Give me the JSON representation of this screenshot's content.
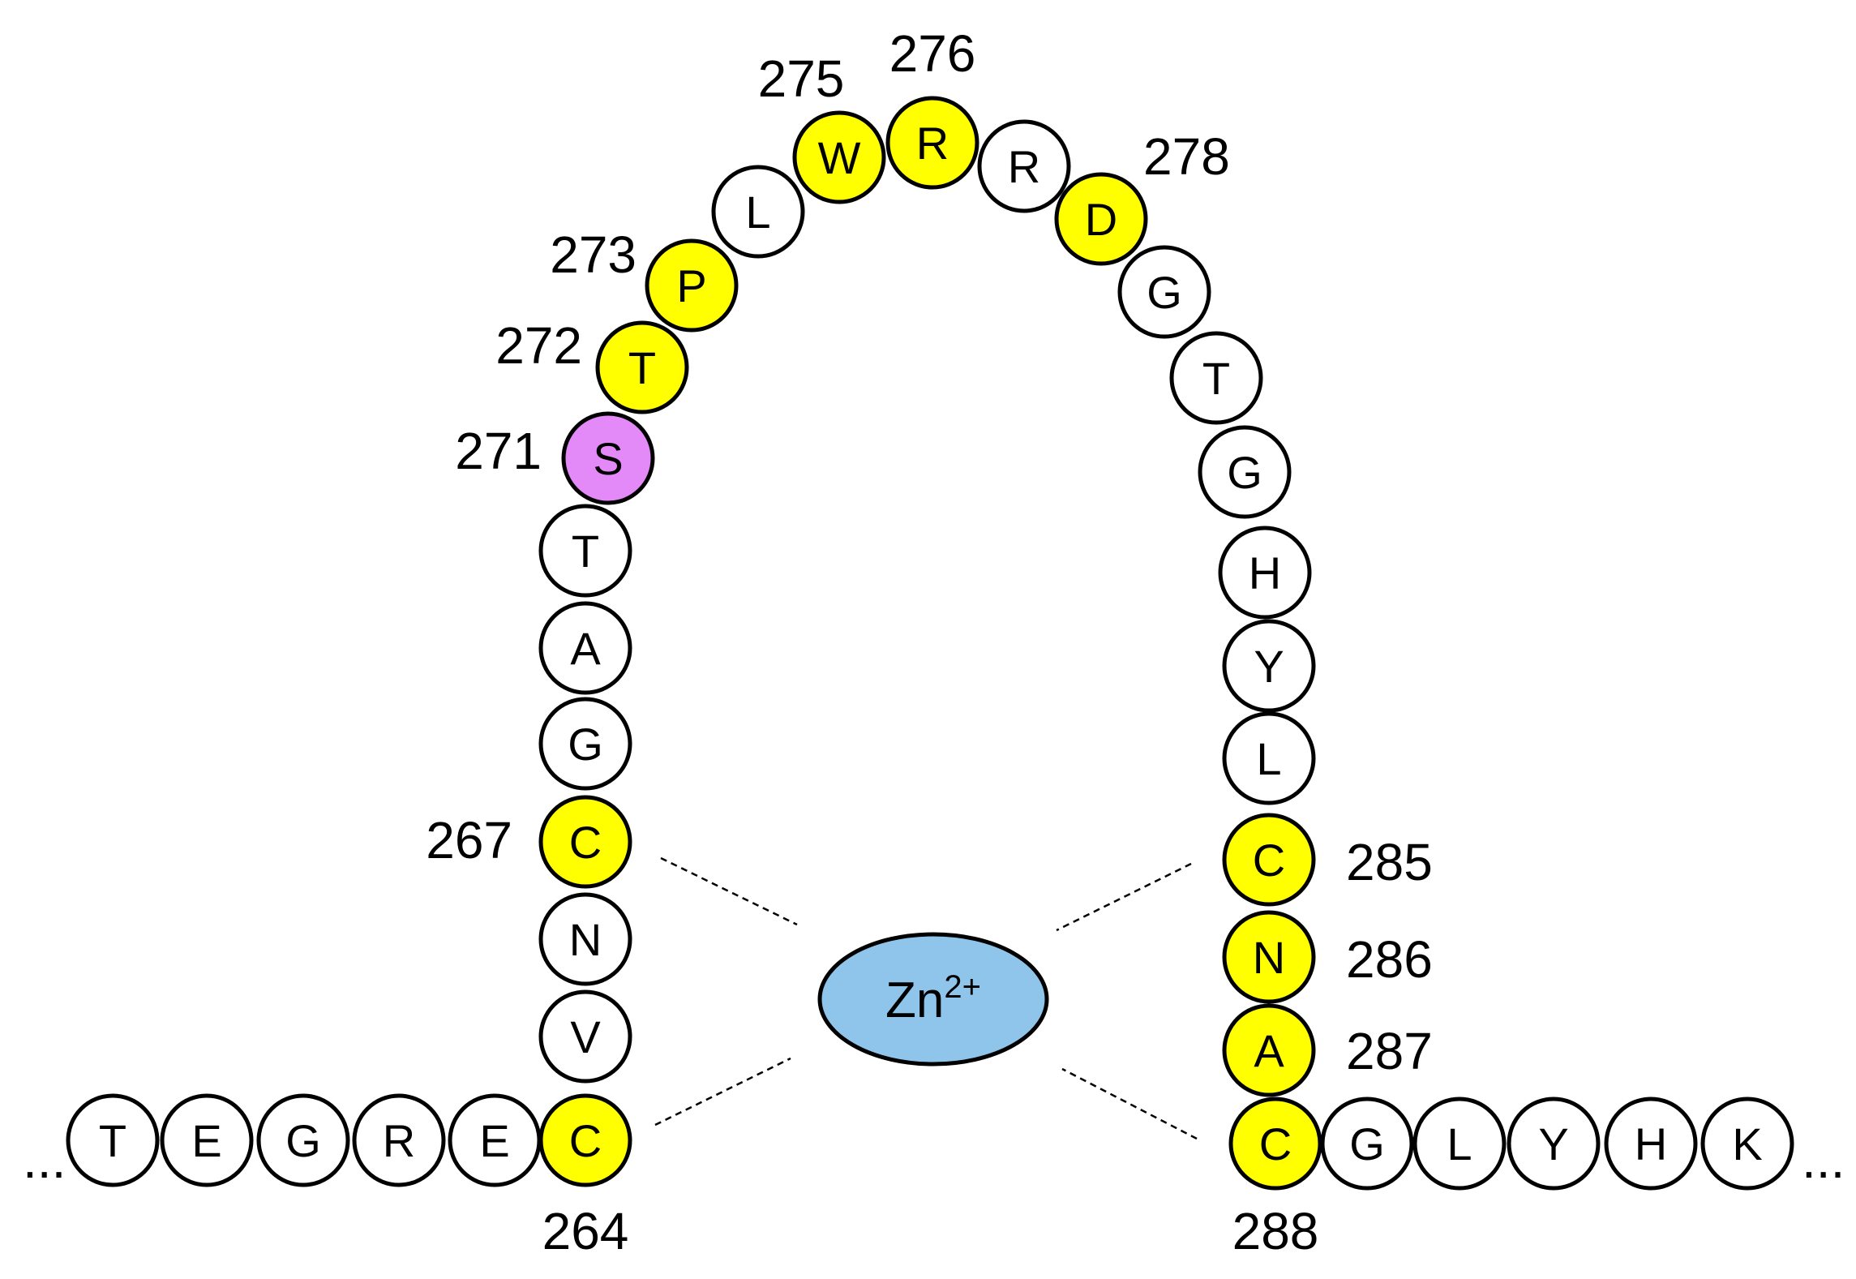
{
  "colors": {
    "default": "#ffffff",
    "highlight": "#ffff00",
    "special": "#e48af8",
    "ion": "#8fc5eb",
    "outline": "#000000"
  },
  "ellipsis_left": "...",
  "ellipsis_right": "...",
  "ion": {
    "label": "Zn",
    "charge": "2+"
  },
  "residues": [
    {
      "letter": "T",
      "fill": "default"
    },
    {
      "letter": "E",
      "fill": "default"
    },
    {
      "letter": "G",
      "fill": "default"
    },
    {
      "letter": "R",
      "fill": "default"
    },
    {
      "letter": "E",
      "fill": "default"
    },
    {
      "letter": "C",
      "fill": "highlight",
      "number": "264"
    },
    {
      "letter": "V",
      "fill": "default"
    },
    {
      "letter": "N",
      "fill": "default"
    },
    {
      "letter": "C",
      "fill": "highlight",
      "number": "267"
    },
    {
      "letter": "G",
      "fill": "default"
    },
    {
      "letter": "A",
      "fill": "default"
    },
    {
      "letter": "T",
      "fill": "default"
    },
    {
      "letter": "S",
      "fill": "special",
      "number": "271"
    },
    {
      "letter": "T",
      "fill": "highlight",
      "number": "272"
    },
    {
      "letter": "P",
      "fill": "highlight",
      "number": "273"
    },
    {
      "letter": "L",
      "fill": "default"
    },
    {
      "letter": "W",
      "fill": "highlight",
      "number": "275"
    },
    {
      "letter": "R",
      "fill": "highlight",
      "number": "276"
    },
    {
      "letter": "R",
      "fill": "default"
    },
    {
      "letter": "D",
      "fill": "highlight",
      "number": "278"
    },
    {
      "letter": "G",
      "fill": "default"
    },
    {
      "letter": "T",
      "fill": "default"
    },
    {
      "letter": "G",
      "fill": "default"
    },
    {
      "letter": "H",
      "fill": "default"
    },
    {
      "letter": "Y",
      "fill": "default"
    },
    {
      "letter": "L",
      "fill": "default"
    },
    {
      "letter": "C",
      "fill": "highlight",
      "number": "285"
    },
    {
      "letter": "N",
      "fill": "highlight",
      "number": "286"
    },
    {
      "letter": "A",
      "fill": "highlight",
      "number": "287"
    },
    {
      "letter": "C",
      "fill": "highlight",
      "number": "288"
    },
    {
      "letter": "G",
      "fill": "default"
    },
    {
      "letter": "L",
      "fill": "default"
    },
    {
      "letter": "Y",
      "fill": "default"
    },
    {
      "letter": "H",
      "fill": "default"
    },
    {
      "letter": "K",
      "fill": "default"
    }
  ]
}
